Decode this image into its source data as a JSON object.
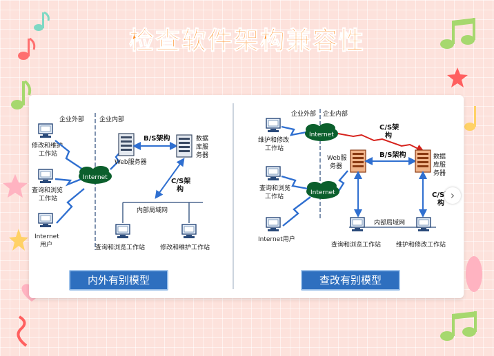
{
  "page_title": "检查软件架构兼容性",
  "left": {
    "zone_external": "企业外部",
    "zone_internal": "企业内部",
    "client_modify_maintain": [
      "修改和维护",
      "工作站"
    ],
    "client_query_browse": [
      "查询和浏览",
      "工作站"
    ],
    "client_internet_user": [
      "Internet",
      "用户"
    ],
    "cloud": "Internet",
    "web_server": "Web服务器",
    "db_server": [
      "数据",
      "库服",
      "务器"
    ],
    "bs_label": "B/S架构",
    "cs_label": [
      "C/S架",
      "构"
    ],
    "lan_label": "内部局域网",
    "ws_query": "查询和浏览工作站",
    "ws_modify": "修改和维护工作站",
    "model_label": "内外有别模型"
  },
  "right": {
    "zone_external": "企业外部",
    "zone_internal": "企业内部",
    "client_maintain_modify": [
      "维护和修改",
      "工作站"
    ],
    "client_query_browse": [
      "查询和浏览",
      "工作站"
    ],
    "client_internet_user": "Internet用户",
    "cloud_top": "Internet",
    "cloud_mid": "Internet",
    "cs_top_label": [
      "C/S架",
      "构"
    ],
    "web_server": [
      "Web服",
      "务器"
    ],
    "db_server": [
      "数据",
      "库服",
      "务器"
    ],
    "bs_label": "B/S架构",
    "cs_side_label": [
      "C/S架",
      "构"
    ],
    "lan_label": "内部局域网",
    "ws_query": "查询和浏览工作站",
    "ws_maintain": "维护和修改工作站",
    "model_label": "查改有别模型"
  },
  "next_glyph": "›",
  "colors": {
    "title": "#ff8a1d",
    "model_button": "#2e6fbf",
    "cloud": "#0b5f2c",
    "link_blue": "#2f6fd0",
    "link_red": "#d6221c",
    "server_orange": "#e27a3b"
  },
  "icons": [
    "music-note-icon",
    "star-icon",
    "heart-icon",
    "computer-icon",
    "server-icon",
    "cloud-icon",
    "chevron-right-icon"
  ]
}
